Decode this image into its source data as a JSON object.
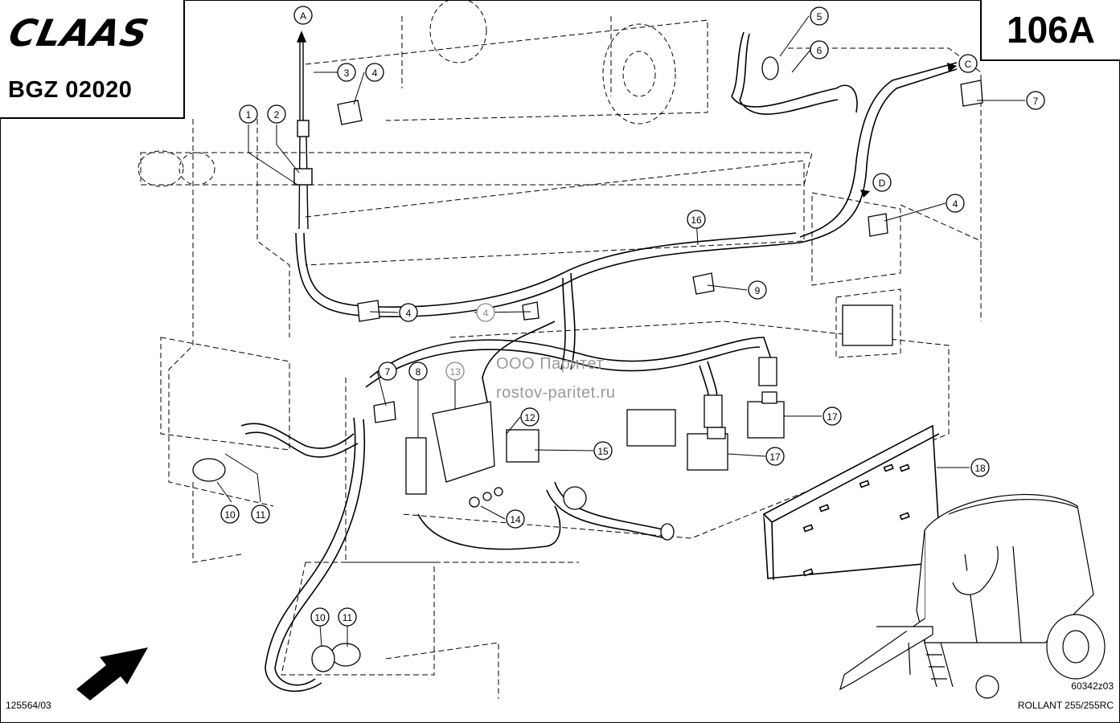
{
  "header": {
    "brand": "CLAAS",
    "doc_code": "BGZ 02020",
    "page_number": "106A"
  },
  "callouts": {
    "c1": "1",
    "c2": "2",
    "c3": "3",
    "c4a": "4",
    "c4b": "4",
    "c4c": "4",
    "c4d": "4",
    "c5": "5",
    "c6": "6",
    "c7a": "7",
    "c7b": "7",
    "c8": "8",
    "c9": "9",
    "c10a": "10",
    "c10b": "10",
    "c11a": "11",
    "c11b": "11",
    "c12": "12",
    "c13": "13",
    "c14": "14",
    "c15": "15",
    "c16": "16",
    "c17a": "17",
    "c17b": "17",
    "c18": "18"
  },
  "connector_labels": {
    "a": "A",
    "c": "C",
    "d": "D"
  },
  "watermark": {
    "line1": "ООО Паритет",
    "line2": "rostov-paritet.ru"
  },
  "footer": {
    "drawing_id": "125564/03",
    "figure_code": "60342z03",
    "model": "ROLLANT 255/255RC"
  },
  "colors": {
    "line": "#000000",
    "dashed": "#000000",
    "watermark": "#9a9a9a",
    "background": "#ffffff"
  }
}
